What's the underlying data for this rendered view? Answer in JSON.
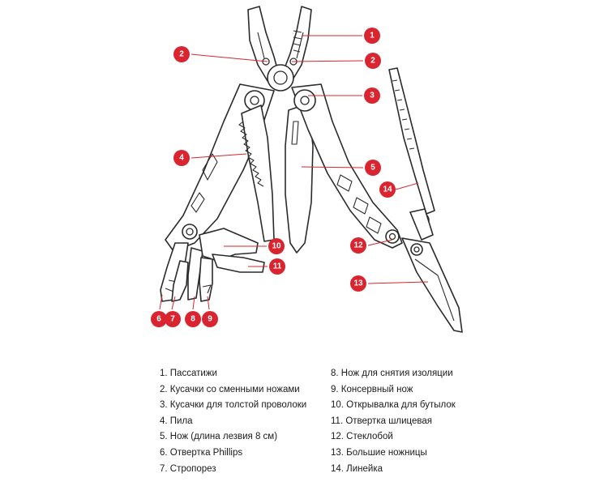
{
  "callouts": [
    {
      "id": "c1",
      "label": "1"
    },
    {
      "id": "c2a",
      "label": "2"
    },
    {
      "id": "c2b",
      "label": "2"
    },
    {
      "id": "c3",
      "label": "3"
    },
    {
      "id": "c4",
      "label": "4"
    },
    {
      "id": "c5",
      "label": "5"
    },
    {
      "id": "c6",
      "label": "6"
    },
    {
      "id": "c7",
      "label": "7"
    },
    {
      "id": "c8",
      "label": "8"
    },
    {
      "id": "c9",
      "label": "9"
    },
    {
      "id": "c10",
      "label": "10"
    },
    {
      "id": "c11",
      "label": "11"
    },
    {
      "id": "c12",
      "label": "12"
    },
    {
      "id": "c13",
      "label": "13"
    },
    {
      "id": "c14",
      "label": "14"
    }
  ],
  "legend": {
    "left": [
      "1. Пассатижи",
      "2. Кусачки со сменными ножами",
      "3. Кусачки для толстой проволоки",
      "4. Пила",
      "5. Нож (длина лезвия 8 см)",
      "6. Отвертка Phillips",
      "7. Стропорез"
    ],
    "right": [
      "8. Нож для снятия изоляции",
      "9. Консервный нож",
      "10. Открывалка для бутылок",
      "11. Отвертка шлицевая",
      "12. Стеклобой",
      "13. Большие ножницы",
      "14. Линейка"
    ]
  },
  "colors": {
    "accent": "#d9252f",
    "outline": "#2b2b2b"
  }
}
